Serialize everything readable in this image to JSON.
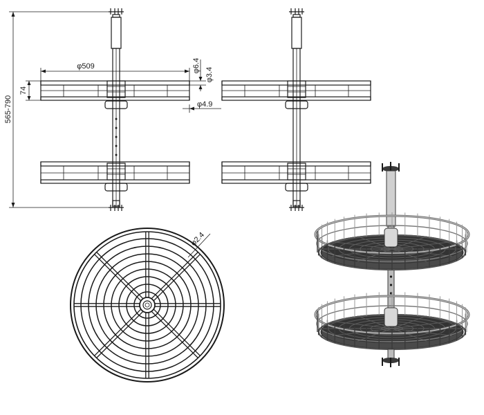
{
  "dimensions": {
    "overall_height": "565-790",
    "basket_height": "74",
    "basket_diameter": "φ509",
    "rod_diameter_top": "φ6.4",
    "rod_diameter_mid": "φ3.4",
    "rod_diameter_bottom": "φ4.9",
    "plan_wire_diameter": "φ2.4"
  },
  "colors": {
    "line": "#1a1a1a",
    "render_dark": "#3a3a3a",
    "render_mid": "#8c8c8c",
    "render_light": "#d0d0d0"
  }
}
